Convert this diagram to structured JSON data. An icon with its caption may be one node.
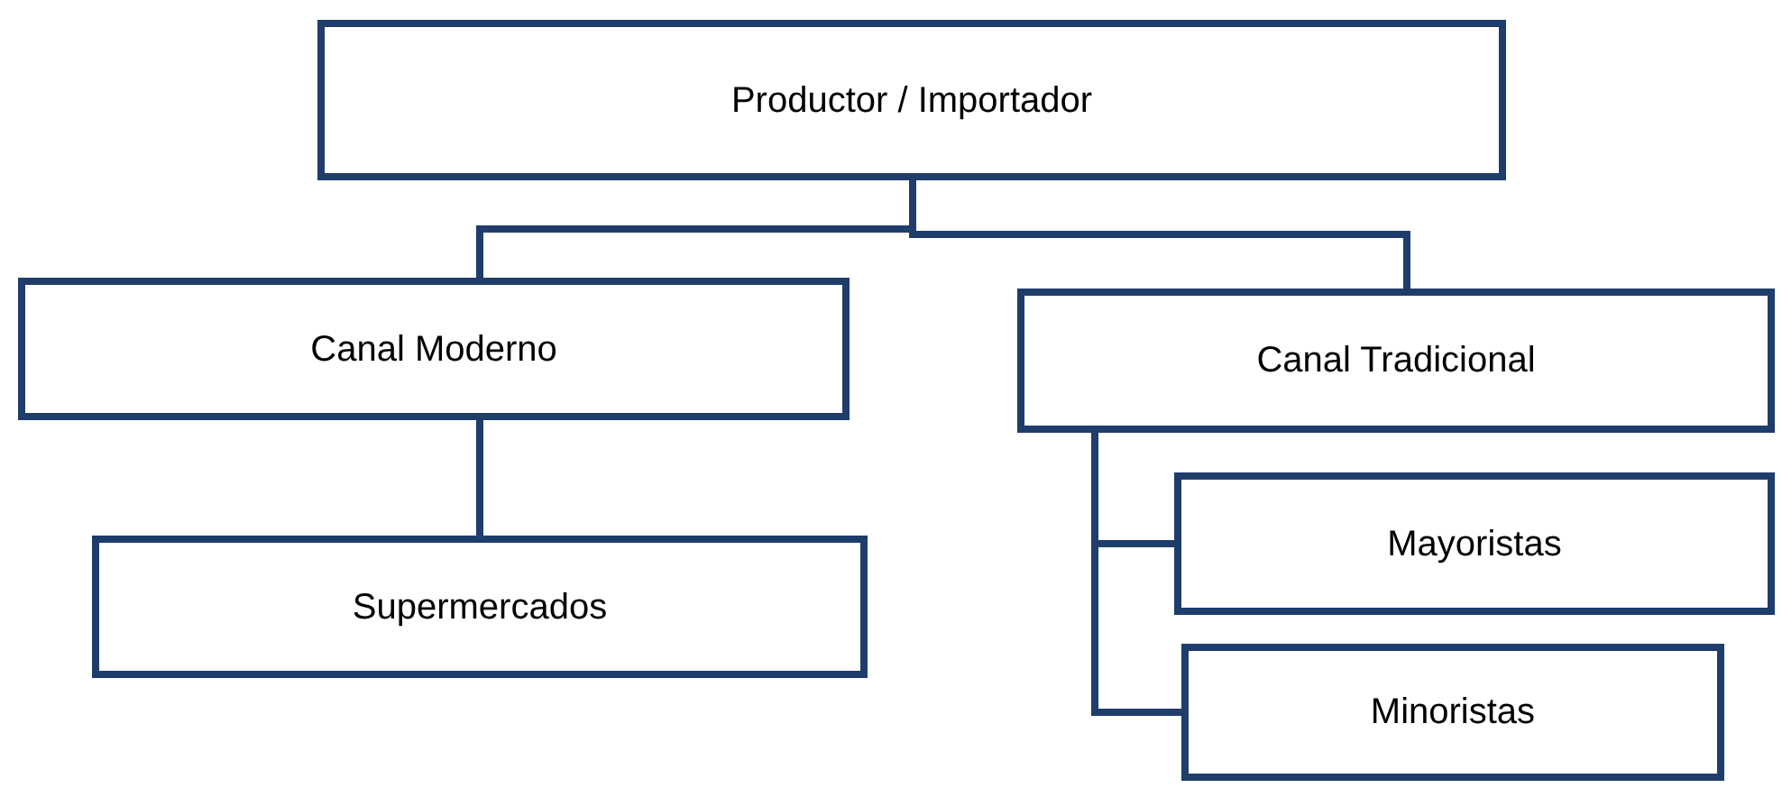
{
  "diagram": {
    "nodes": [
      {
        "text": [
          "Productor / Importador"
        ]
      },
      {
        "text": [
          "Canal Moderno"
        ]
      },
      {
        "text": [
          "Canal Tradicional"
        ]
      },
      {
        "text": [
          "Supermercados"
        ]
      },
      {
        "text": [
          "Mayoristas"
        ]
      },
      {
        "text": [
          "Minoristas"
        ]
      }
    ],
    "edges": [
      {
        "from": 0,
        "to": 1,
        "arrow": "none"
      },
      {
        "from": 0,
        "to": 2,
        "arrow": "none"
      },
      {
        "from": 1,
        "to": 3,
        "arrow": "none"
      },
      {
        "from": 2,
        "to": 4,
        "arrow": "none"
      },
      {
        "from": 2,
        "to": 5,
        "arrow": "none"
      }
    ]
  }
}
